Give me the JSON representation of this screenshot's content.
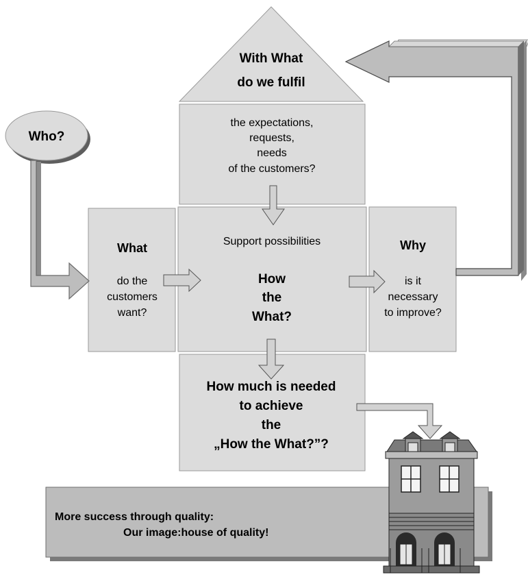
{
  "roof": {
    "line1": "With What",
    "line2": "do we fulfil"
  },
  "top_box": {
    "lines": [
      "the expectations,",
      "requests,",
      "needs",
      "of the customers?"
    ]
  },
  "who": {
    "label": "Who?"
  },
  "what_box": {
    "title": "What",
    "lines": [
      "do the",
      "customers",
      "want?"
    ]
  },
  "center_box": {
    "support": "Support possibilities",
    "lines": [
      "How",
      "the",
      "What?"
    ]
  },
  "why_box": {
    "title": "Why",
    "lines": [
      "is it",
      "necessary",
      "to improve?"
    ]
  },
  "bottom_box": {
    "lines": [
      "How much is needed",
      "to achieve",
      "the",
      "„How the What?”?"
    ]
  },
  "banner": {
    "line1": "More success through quality:",
    "line2": "Our image:house of quality!"
  },
  "colors": {
    "box": "#dcdcdc",
    "box_edge": "#8a8a8a",
    "arrow": "#bdbdbd",
    "banner": "#bcbcbc"
  }
}
